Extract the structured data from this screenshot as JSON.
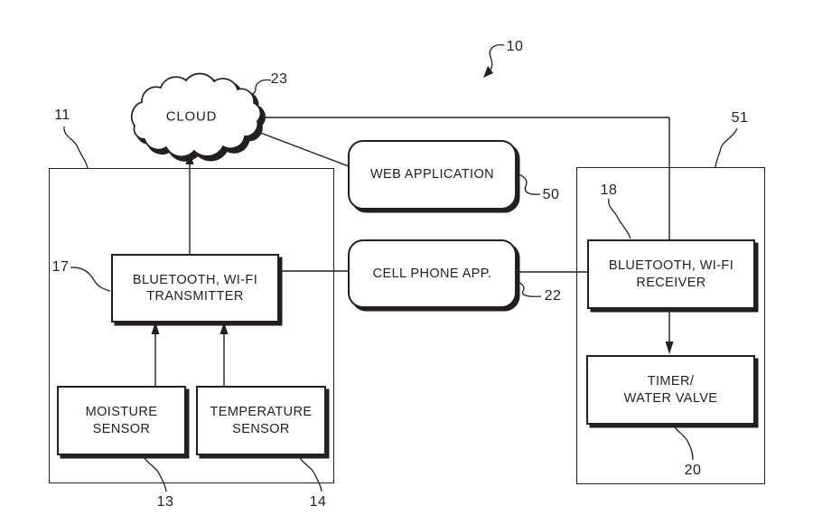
{
  "colors": {
    "ink": "#231f20",
    "paper": "#ffffff"
  },
  "figure_ref": "10",
  "cloud": {
    "label": "CLOUD",
    "ref": "23"
  },
  "web_app": {
    "label": "WEB APPLICATION",
    "ref": "50"
  },
  "cell_app": {
    "label": "CELL PHONE APP.",
    "ref": "22"
  },
  "sensor_unit": {
    "ref": "11",
    "transmitter": {
      "line1": "BLUETOOTH, WI-FI",
      "line2": "TRANSMITTER",
      "ref": "17"
    },
    "moisture": {
      "line1": "MOISTURE",
      "line2": "SENSOR",
      "ref": "13"
    },
    "temperature": {
      "line1": "TEMPERATURE",
      "line2": "SENSOR",
      "ref": "14"
    }
  },
  "valve_unit": {
    "ref": "51",
    "receiver": {
      "line1": "BLUETOOTH, WI-FI",
      "line2": "RECEIVER",
      "ref": "18"
    },
    "timer": {
      "line1": "TIMER/",
      "line2": "WATER VALVE",
      "ref": "20"
    }
  }
}
